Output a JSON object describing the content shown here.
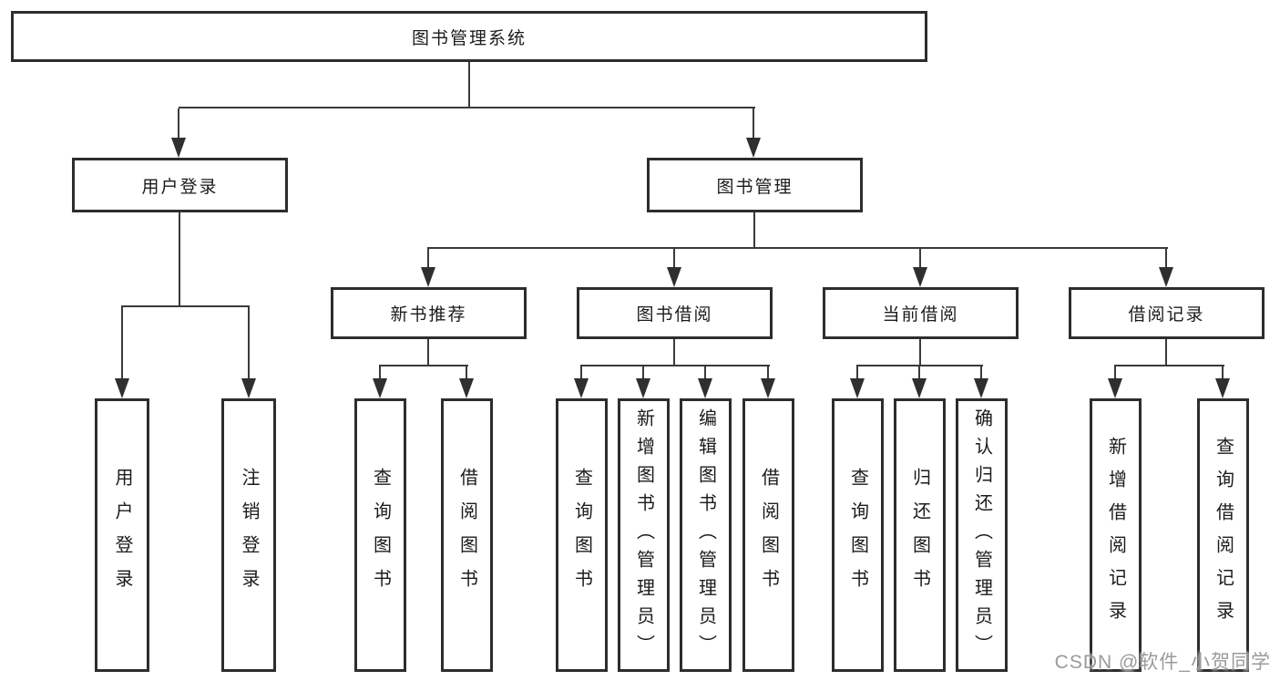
{
  "root": {
    "label": "图书管理系统"
  },
  "level2": [
    {
      "label": "用户登录"
    },
    {
      "label": "图书管理"
    }
  ],
  "level3": [
    {
      "label": "新书推荐"
    },
    {
      "label": "图书借阅"
    },
    {
      "label": "当前借阅"
    },
    {
      "label": "借阅记录"
    }
  ],
  "leaves": {
    "user_login": [
      "用户登录",
      "注销登录"
    ],
    "new_book_recommend": [
      "查询图书",
      "借阅图书"
    ],
    "book_borrow": [
      "查询图书",
      "新增图书（管理员）",
      "编辑图书（管理员）",
      "借阅图书"
    ],
    "current_borrow": [
      "查询图书",
      "归还图书",
      "确认归还（管理员）"
    ],
    "borrow_records": [
      "新增借阅记录",
      "查询借阅记录"
    ]
  },
  "watermark": {
    "text": "CSDN @软件_小贺同学",
    "color": "#8f8f8f"
  },
  "colors": {
    "background": "#ffffff",
    "border": "#2d2d2d",
    "line": "#3a3a3a",
    "text": "#1b1b1b"
  }
}
